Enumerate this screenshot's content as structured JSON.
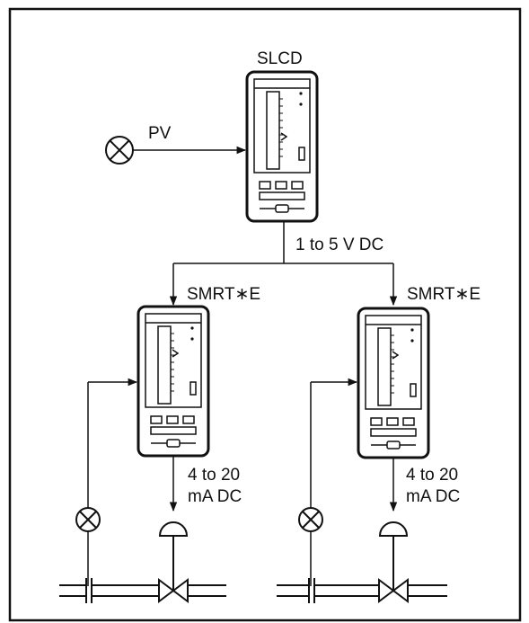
{
  "labels": {
    "controller": "SLCD",
    "pv_input": "PV",
    "signal_bus": "1 to 5 V DC",
    "station_left": "SMRT∗E",
    "station_right": "SMRT∗E",
    "output_left_line1": "4 to 20",
    "output_left_line2": "mA DC",
    "output_right_line1": "4 to 20",
    "output_right_line2": "mA DC"
  },
  "colors": {
    "line": "#111111",
    "panel": "#ffffff"
  }
}
